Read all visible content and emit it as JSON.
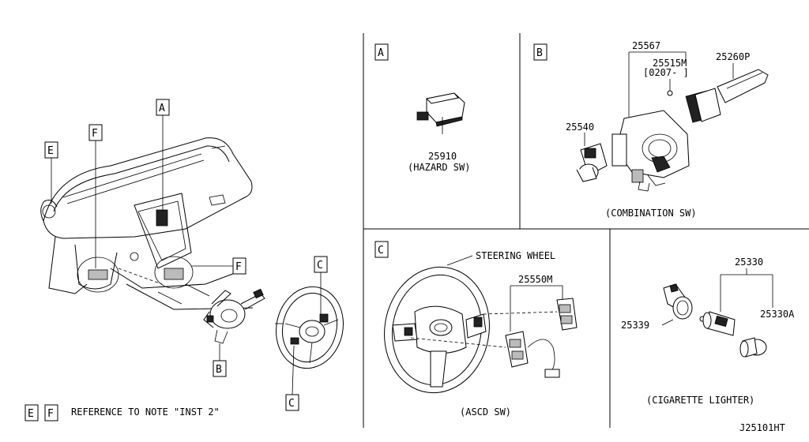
{
  "labels": {
    "A": "A",
    "B": "B",
    "C": "C",
    "E": "E",
    "F": "F"
  },
  "panel_a": {
    "part_no": "25910",
    "caption": "(HAZARD SW)"
  },
  "panel_b": {
    "part_25567": "25567",
    "part_25515m": "25515M",
    "date_range": "[0207-    ]",
    "part_25260p": "25260P",
    "part_25540": "25540",
    "caption": "(COMBINATION SW)"
  },
  "panel_c": {
    "steering_wheel": "STEERING WHEEL",
    "part_25550m": "25550M",
    "caption": "(ASCD SW)"
  },
  "panel_d": {
    "part_25330": "25330",
    "part_25339": "25339",
    "part_25330a": "25330A",
    "caption": "(CIGARETTE LIGHTER)"
  },
  "footer": {
    "reference_note": "REFERENCE TO NOTE \"INST 2\"",
    "diagram_code": "J25101HT"
  }
}
